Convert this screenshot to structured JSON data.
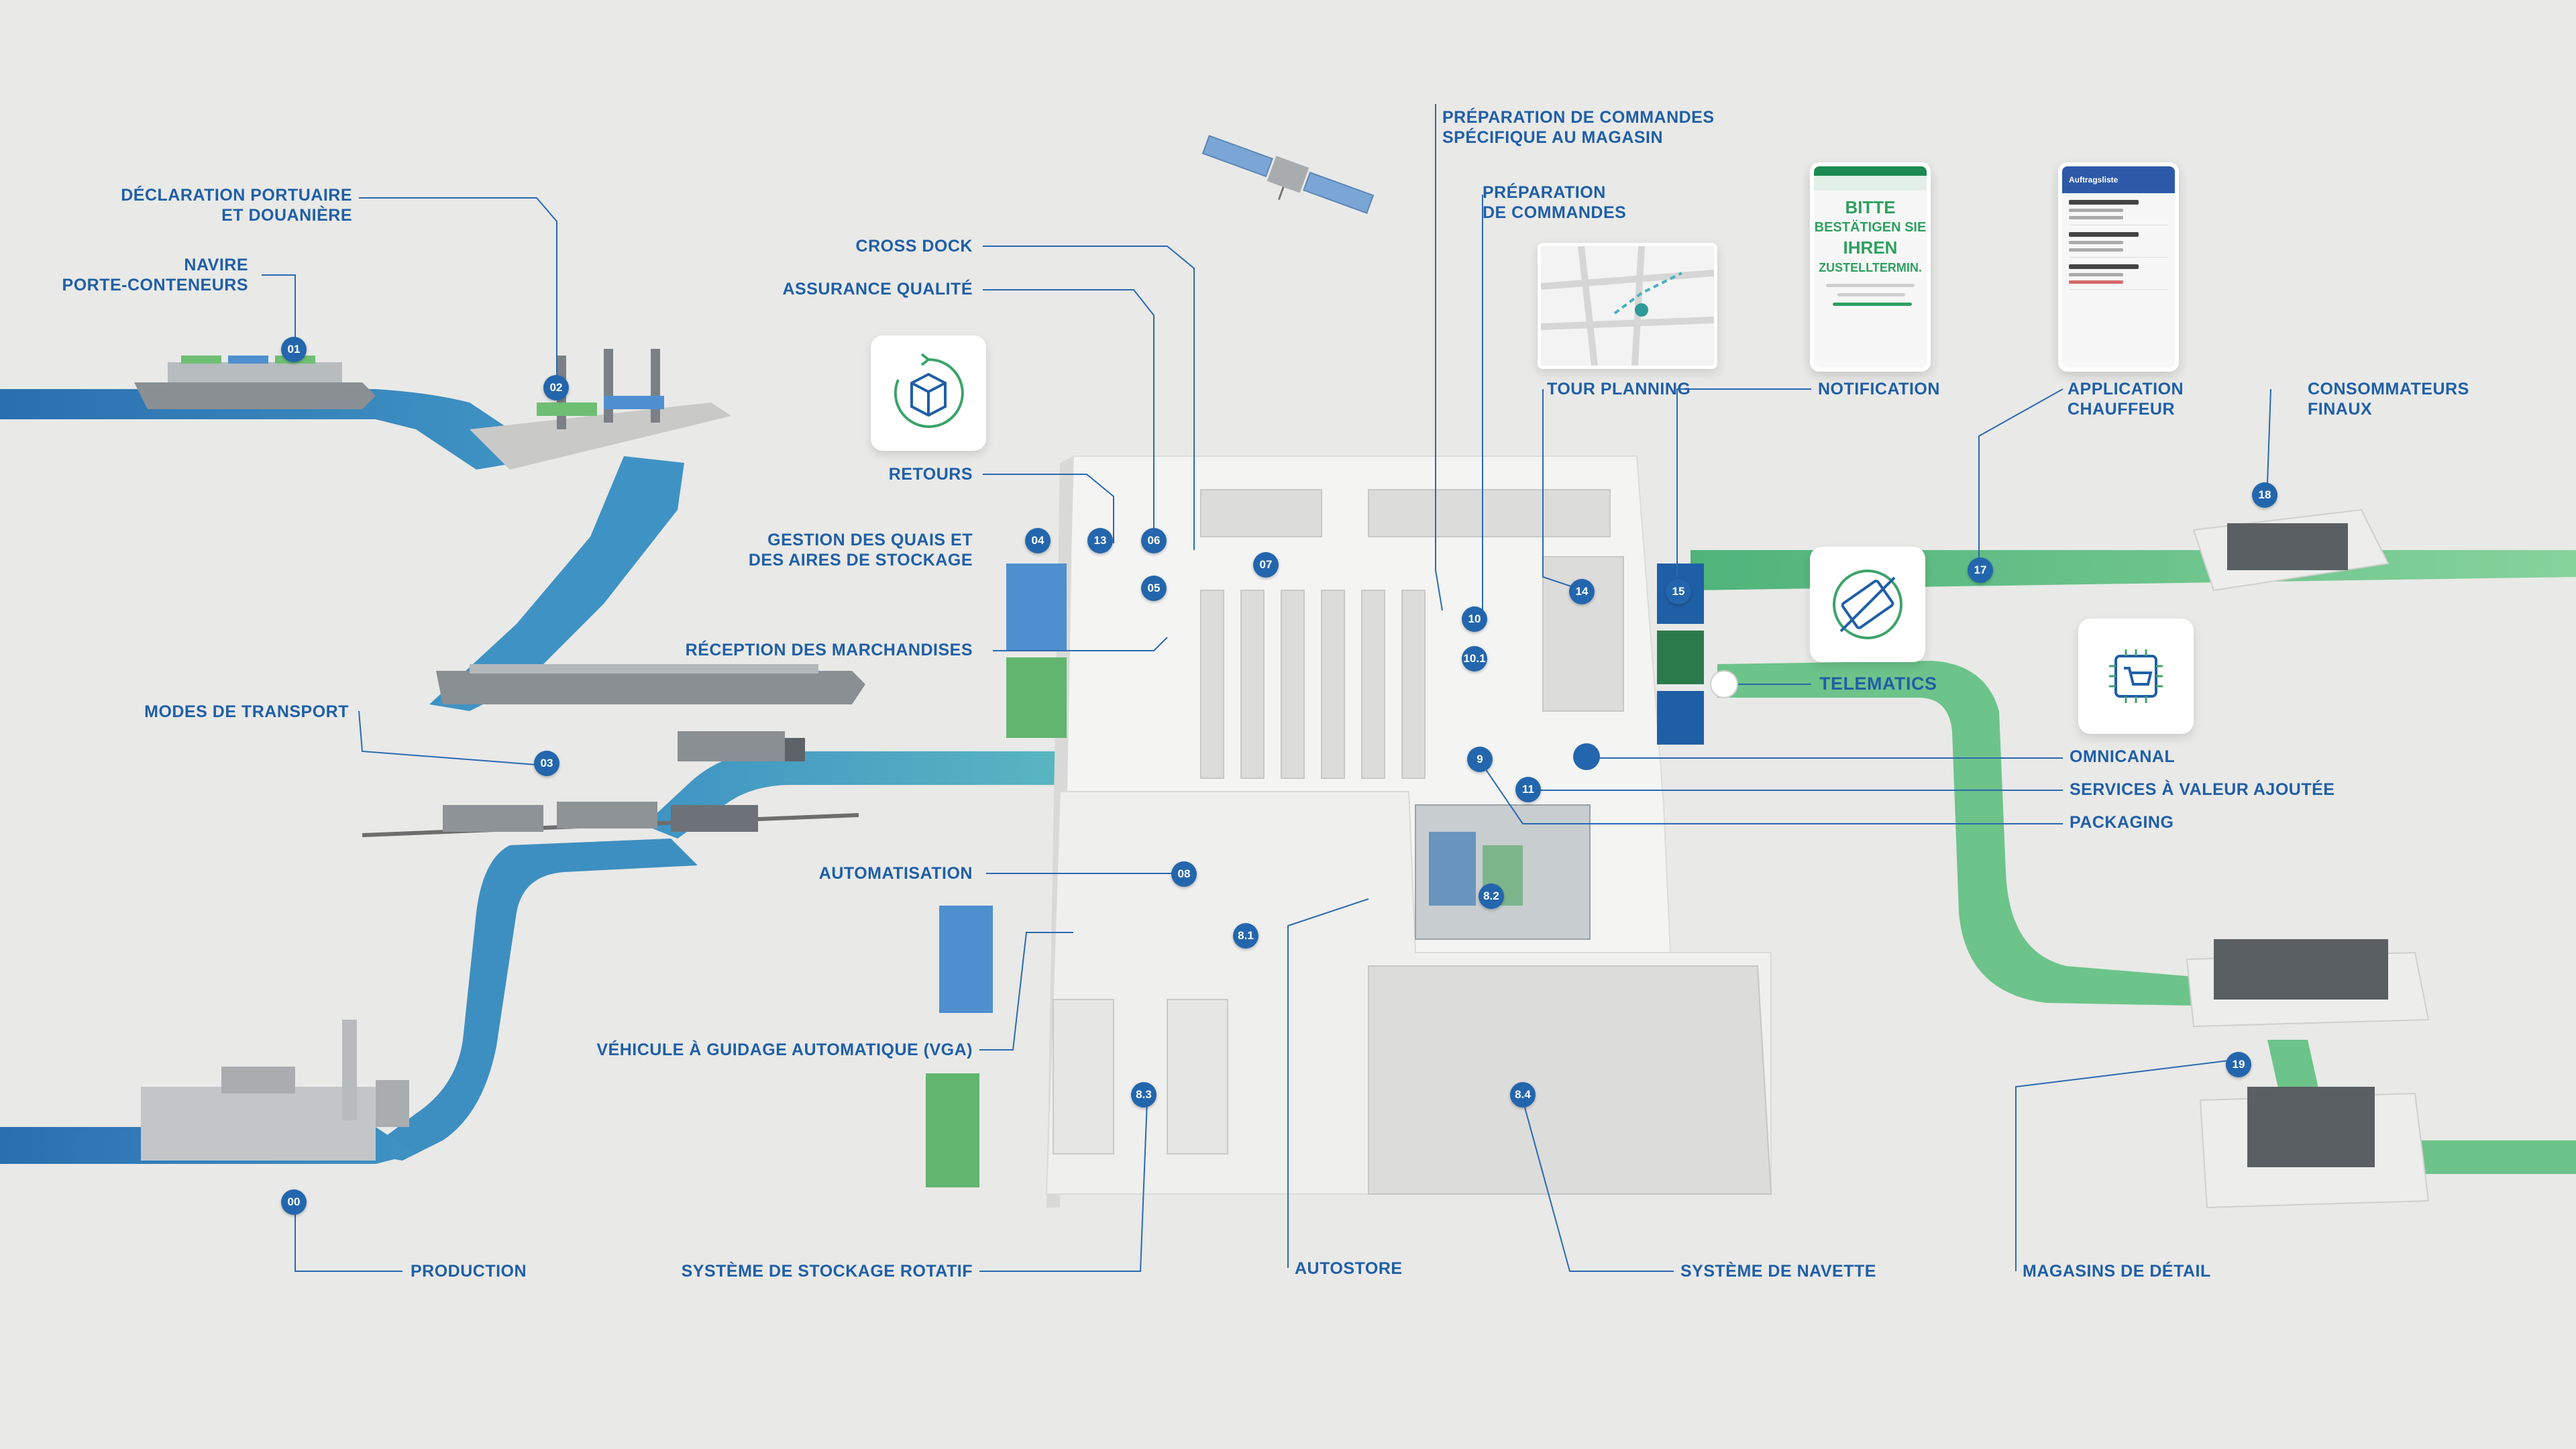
{
  "colors": {
    "background": "#e9e9e7",
    "label_blue": "#1f5fa6",
    "badge_blue": "#2366ad",
    "river_blue": "#3f8fc2",
    "river_deep": "#2a6fb0",
    "teal_road": "#4aa9b8",
    "green_road": "#6cc48a",
    "leader_line": "#2a6ab0"
  },
  "labels": {
    "declaration": [
      "DÉCLARATION PORTUAIRE",
      "ET DOUANIÈRE"
    ],
    "navire": [
      "NAVIRE",
      "PORTE-CONTENEURS"
    ],
    "cross_dock": "CROSS DOCK",
    "assurance": "ASSURANCE QUALITÉ",
    "retours": "RETOURS",
    "gestion_quais": [
      "GESTION DES QUAIS ET",
      "DES AIRES DE STOCKAGE"
    ],
    "reception": "RÉCEPTION DES MARCHANDISES",
    "modes_transport": "MODES DE TRANSPORT",
    "automatisation": "AUTOMATISATION",
    "vga": "VÉHICULE À GUIDAGE AUTOMATIQUE (VGA)",
    "production": "PRODUCTION",
    "stockage_rotatif": "SYSTÈME DE STOCKAGE ROTATIF",
    "autostore": "AUTOSTORE",
    "navette": "SYSTÈME DE NAVETTE",
    "magasins": "MAGASINS DE DÉTAIL",
    "prep_magasin": [
      "PRÉPARATION DE COMMANDES",
      "SPÉCIFIQUE AU MAGASIN"
    ],
    "prep_commandes": [
      "PRÉPARATION",
      "DE COMMANDES"
    ],
    "tour_planning": "TOUR PLANNING",
    "notification": "NOTIFICATION",
    "app_chauffeur": [
      "APPLICATION",
      "CHAUFFEUR"
    ],
    "consommateurs": [
      "CONSOMMATEURS",
      "FINAUX"
    ],
    "telematics": "TELEMATICS",
    "omnicanal": "OMNICANAL",
    "services_valeur": "SERVICES À VALEUR AJOUTÉE",
    "packaging": "PACKAGING"
  },
  "badges": [
    "00",
    "01",
    "02",
    "03",
    "04",
    "05",
    "06",
    "07",
    "08",
    "8.1",
    "8.2",
    "8.3",
    "8.4",
    "9",
    "10",
    "10.1",
    "11",
    "13",
    "14",
    "15",
    "17",
    "18",
    "19"
  ],
  "notification_phone": {
    "big_text": [
      "BITTE",
      "BESTÄTIGEN SIE",
      "IHREN",
      "ZUSTELLTERMIN."
    ]
  },
  "driver_phone": {
    "header": "Auftragsliste"
  },
  "icons": {
    "retours": "return-box-icon",
    "telematics": "satellite-truck-icon",
    "omnicanal": "shopping-cart-chip-icon",
    "satellite": "satellite-icon"
  }
}
